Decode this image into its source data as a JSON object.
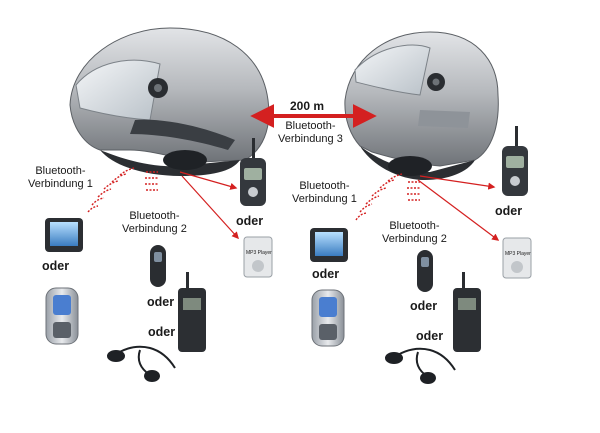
{
  "distance_label": "200 m",
  "link3_label": {
    "line1": "Bluetooth-",
    "line2": "Verbindung 3"
  },
  "left_group": {
    "link1_label": {
      "line1": "Bluetooth-",
      "line2": "Verbindung 1"
    },
    "link2_label": {
      "line1": "Bluetooth-",
      "line2": "Verbindung 2"
    },
    "or_label": "oder",
    "mp3_label": "MP3 Player"
  },
  "right_group": {
    "link1_label": {
      "line1": "Bluetooth-",
      "line2": "Verbindung 1"
    },
    "link2_label": {
      "line1": "Bluetooth-",
      "line2": "Verbindung 2"
    },
    "or_label": "oder",
    "mp3_label": "MP3 Player"
  },
  "colors": {
    "arrow": "#d42020",
    "signal_waves": "#d42020",
    "helmet_shell": "#b9bcc0",
    "visor": "#d8dde2",
    "device_dark": "#2a2d31"
  }
}
